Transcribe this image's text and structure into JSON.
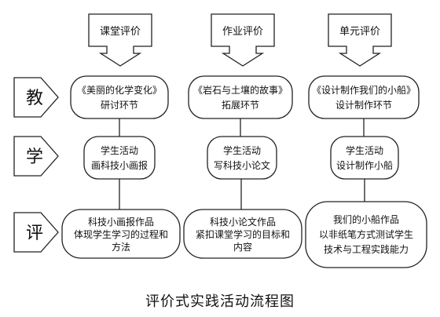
{
  "side_labels": {
    "teach": "教",
    "learn": "学",
    "evaluate": "评"
  },
  "columns": [
    {
      "header": "课堂评价",
      "teach": [
        "《美丽的化学变化》",
        "研讨环节"
      ],
      "learn": [
        "学生活动",
        "画科技小画报"
      ],
      "evaluate": [
        "科技小画报作品",
        "体现学生学习的过程和",
        "方法"
      ]
    },
    {
      "header": "作业评价",
      "teach": [
        "《岩石与土壤的故事》",
        "拓展环节"
      ],
      "learn": [
        "学生活动",
        "写科技小论文"
      ],
      "evaluate": [
        "科技小论文作品",
        "紧扣课堂学习的目标和",
        "内容"
      ]
    },
    {
      "header": "单元评价",
      "teach": [
        "《设计制作我们的小船》",
        "设计制作环节"
      ],
      "learn": [
        "学生活动",
        "设计制作小船"
      ],
      "evaluate": [
        "我们的小船作品",
        "以非纸笔方式测试学生",
        "技术与工程实践能力"
      ]
    }
  ],
  "caption": "评价式实践活动流程图"
}
